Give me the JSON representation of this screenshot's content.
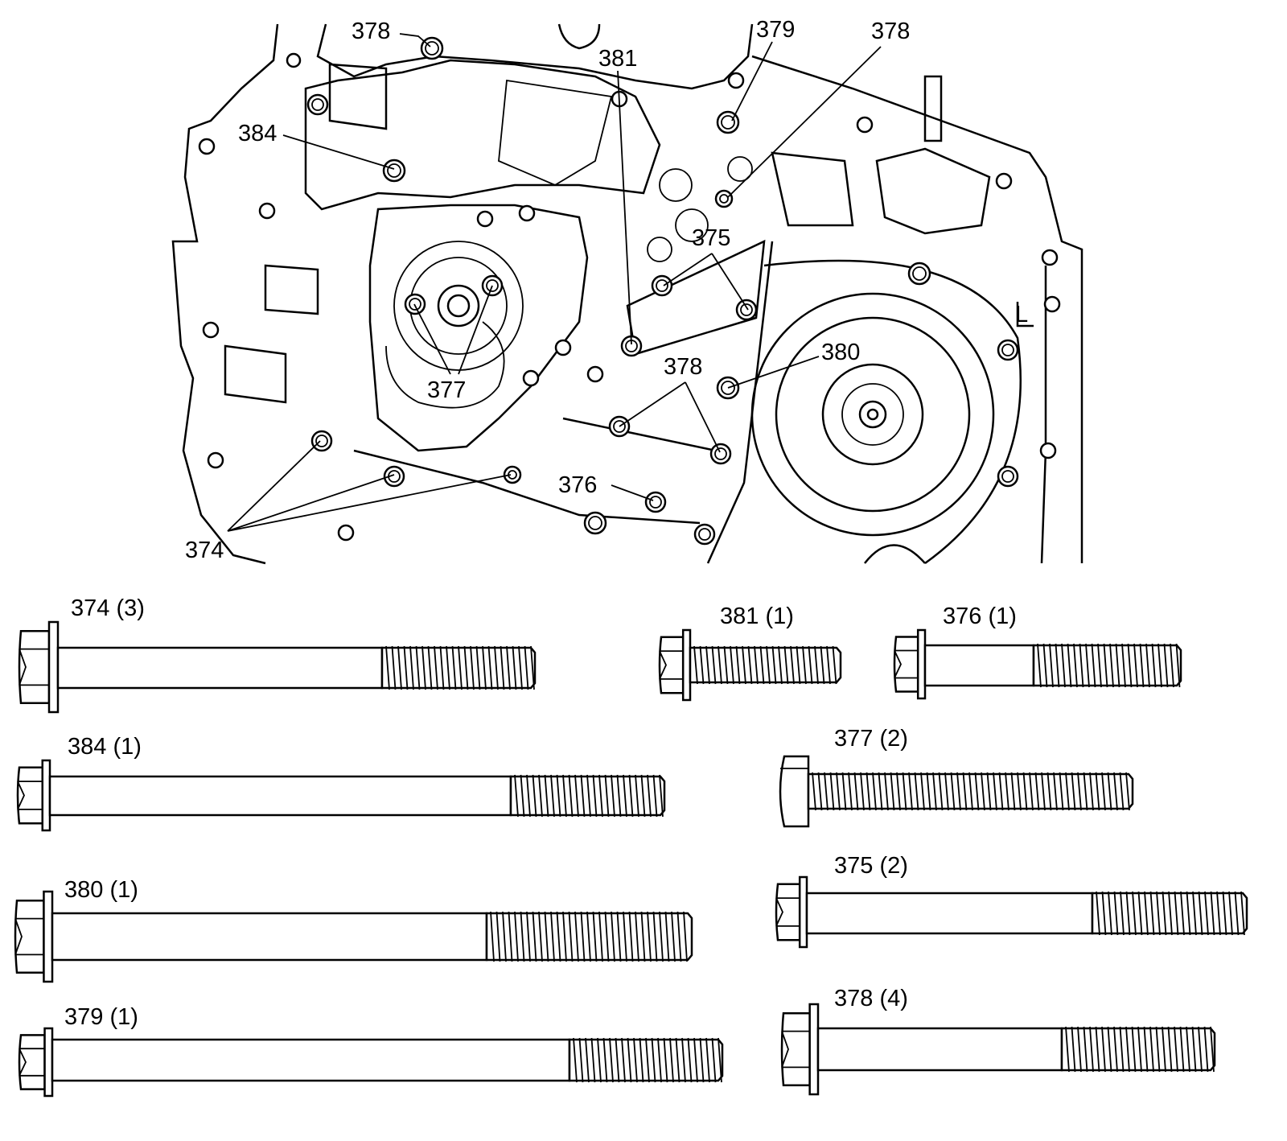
{
  "figure": {
    "callouts": [
      {
        "id": "c378a",
        "text": "378"
      },
      {
        "id": "c379",
        "text": "379"
      },
      {
        "id": "c378b",
        "text": "378"
      },
      {
        "id": "c381",
        "text": "381"
      },
      {
        "id": "c384",
        "text": "384"
      },
      {
        "id": "c375",
        "text": "375"
      },
      {
        "id": "c377",
        "text": "377"
      },
      {
        "id": "c380",
        "text": "380"
      },
      {
        "id": "c378c",
        "text": "378"
      },
      {
        "id": "c376",
        "text": "376"
      },
      {
        "id": "c374",
        "text": "374"
      },
      {
        "id": "cL",
        "text": "L"
      }
    ],
    "bolts": [
      {
        "part": "374",
        "qty": "(3)",
        "label": "374 (3)"
      },
      {
        "part": "381",
        "qty": "(1)",
        "label": "381 (1)"
      },
      {
        "part": "376",
        "qty": "(1)",
        "label": "376 (1)"
      },
      {
        "part": "384",
        "qty": "(1)",
        "label": "384 (1)"
      },
      {
        "part": "377",
        "qty": "(2)",
        "label": "377 (2)"
      },
      {
        "part": "380",
        "qty": "(1)",
        "label": "380 (1)"
      },
      {
        "part": "375",
        "qty": "(2)",
        "label": "375 (2)"
      },
      {
        "part": "379",
        "qty": "(1)",
        "label": "379 (1)"
      },
      {
        "part": "378",
        "qty": "(4)",
        "label": "378 (4)"
      }
    ]
  }
}
